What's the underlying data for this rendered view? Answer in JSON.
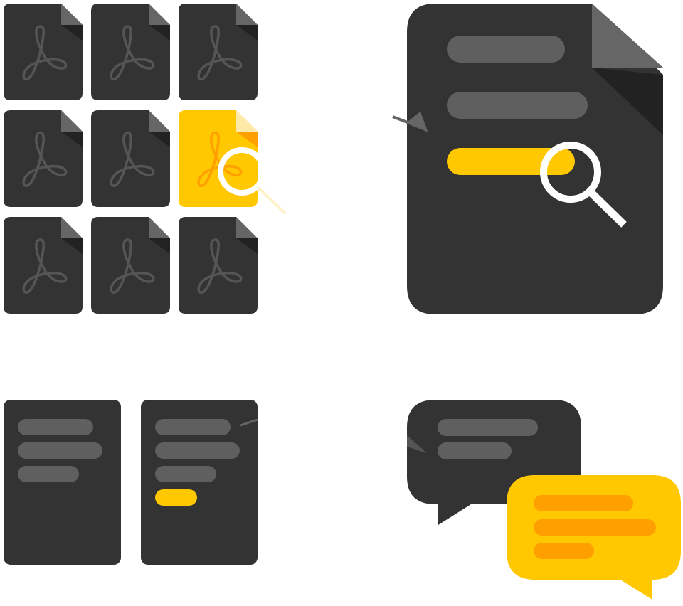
{
  "palette": {
    "dark": "#333333",
    "darker": "#222222",
    "fold": "#666666",
    "bar": "#5f5f5f",
    "pdf_glyph": "#555555",
    "accent": "#ffc800",
    "accent_dark": "#ff9f00",
    "accent_light": "#ffe9a8",
    "lens": "#ffffff",
    "background": "#ffffff"
  },
  "pdf_grid": {
    "rows": 3,
    "columns": 3,
    "highlighted_cell": {
      "row": 2,
      "column": 3
    },
    "file_icon": "pdf-file-icon",
    "highlight_icon": "magnifier-icon"
  },
  "document_search": {
    "icon": "document-search-icon",
    "text_lines": 3,
    "highlighted_line": 3,
    "lens_icon": "magnifier-icon",
    "pointer_icon": "arrow-icon"
  },
  "document_compare": {
    "icon": "document-compare-icon",
    "left_page_lines": 3,
    "right_page_lines": 4,
    "right_page_highlighted_line": 4
  },
  "conversation": {
    "icon": "chat-bubbles-icon",
    "back_bubble_lines": 2,
    "front_bubble_lines": 3
  }
}
